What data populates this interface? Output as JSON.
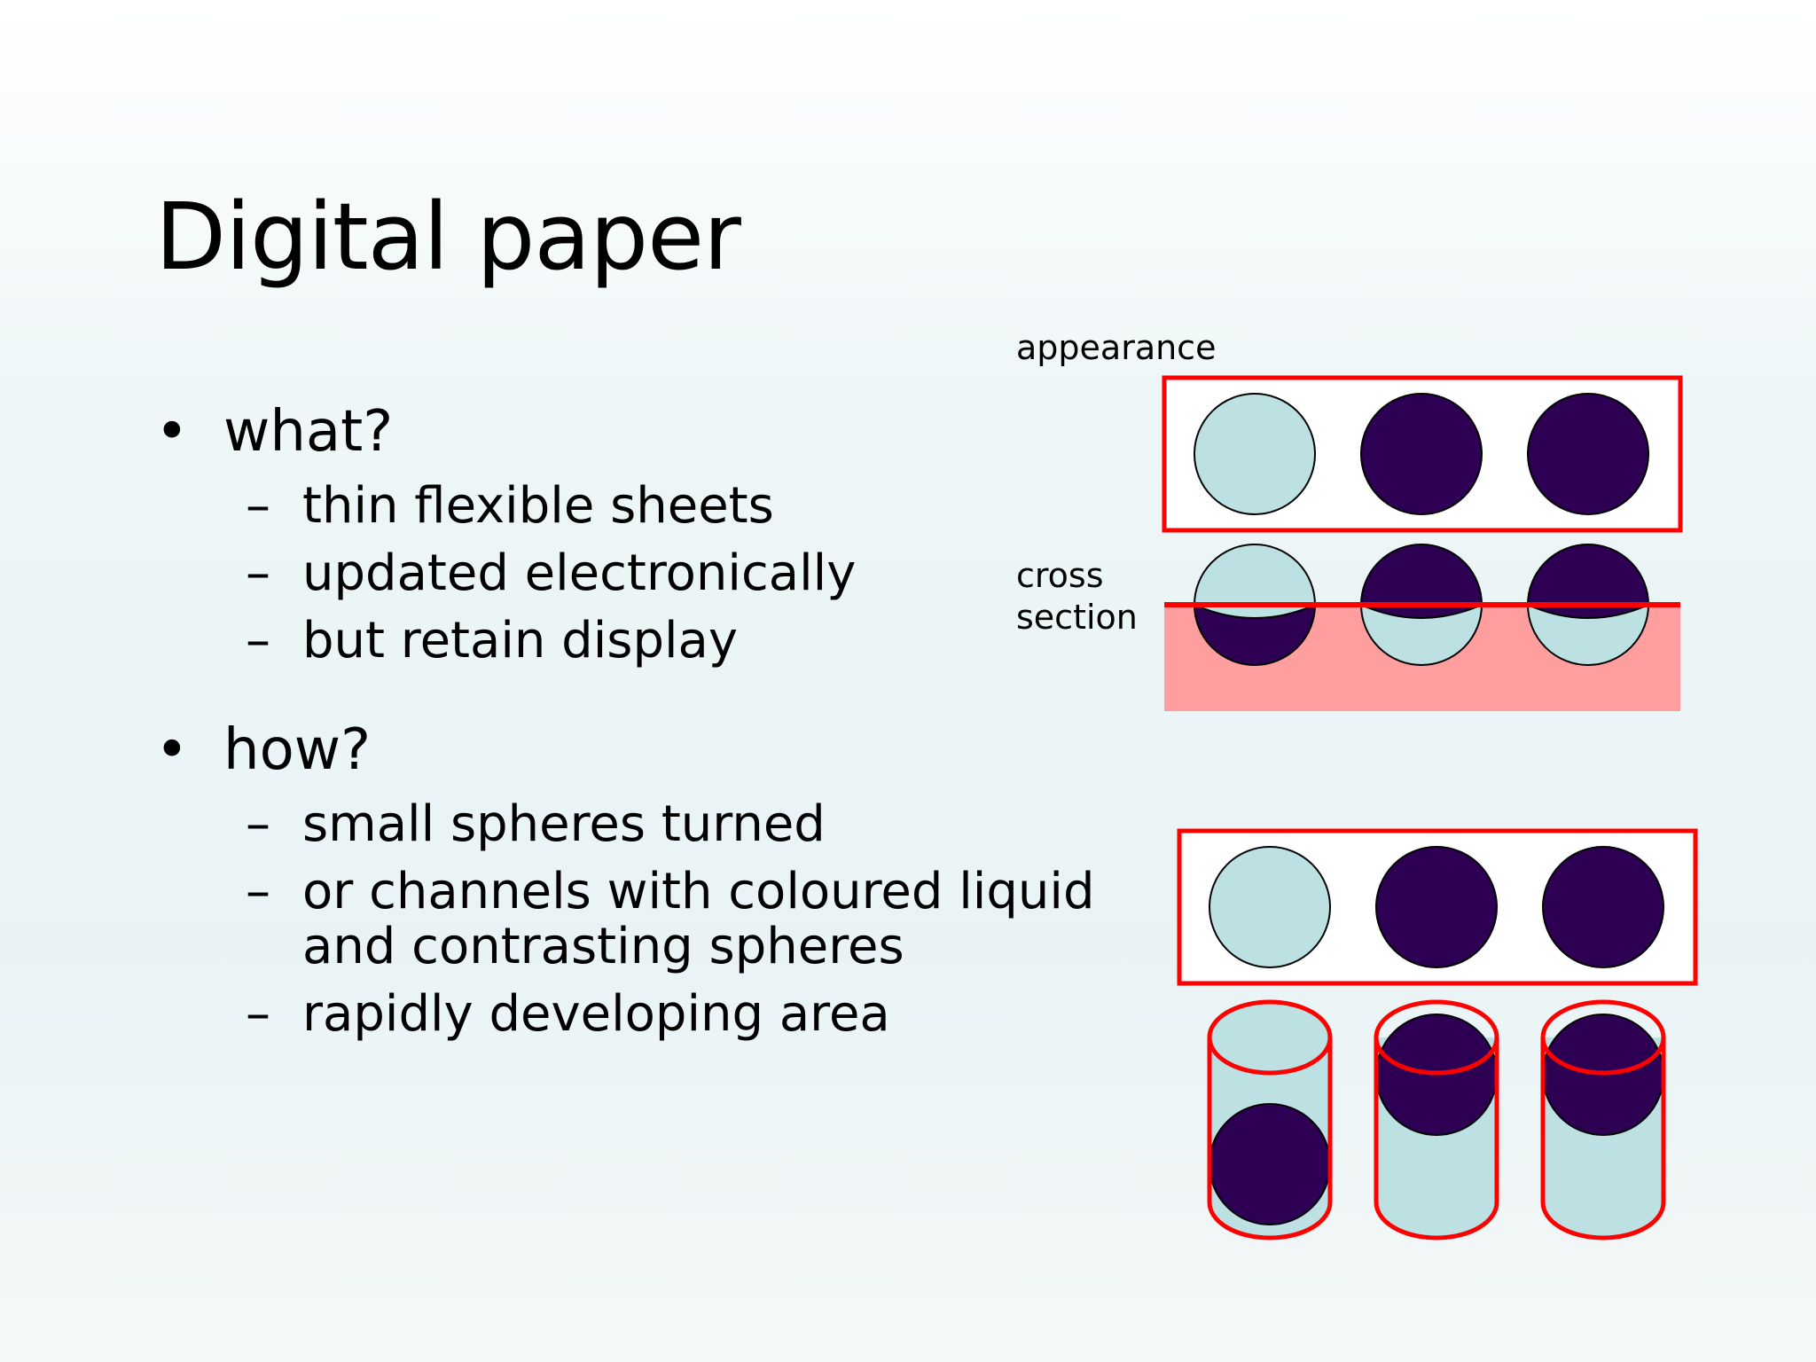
{
  "slide": {
    "title": "Digital paper"
  },
  "bullets": [
    {
      "label": "what?",
      "items": [
        "thin flexible sheets",
        "updated electronically",
        "but retain display"
      ]
    },
    {
      "label": "how?",
      "items": [
        "small spheres turned",
        "or channels with coloured liquid",
        "and contrasting spheres",
        "rapidly developing area"
      ]
    }
  ],
  "bullet_glyph": "•",
  "dash_glyph": "–",
  "diagram": {
    "appearance_label": "appearance",
    "cross_label_line1": "cross",
    "cross_label_line2": "section",
    "colors": {
      "frame_red": "#ff0000",
      "light_sphere": "#bde0e3",
      "dark_sphere": "#2e0054",
      "cross_section_fill": "#ff9e9e"
    }
  }
}
